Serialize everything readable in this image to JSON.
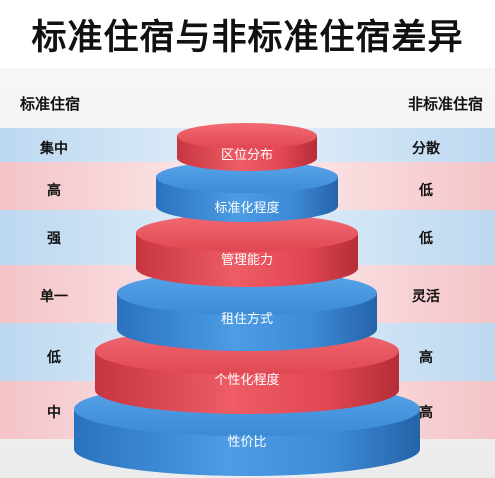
{
  "title": "标准住宿与非标准住宿差异",
  "left_heading": "标准住宿",
  "right_heading": "非标准住宿",
  "rows": [
    {
      "left": "集中",
      "right": "分散",
      "tier": "区位分布",
      "tier_color": "red"
    },
    {
      "left": "高",
      "right": "低",
      "tier": "标准化程度",
      "tier_color": "blue"
    },
    {
      "left": "强",
      "right": "低",
      "tier": "管理能力",
      "tier_color": "red"
    },
    {
      "left": "单一",
      "right": "灵活",
      "tier": "租住方式",
      "tier_color": "blue"
    },
    {
      "left": "低",
      "right": "高",
      "tier": "个性化程度",
      "tier_color": "red"
    },
    {
      "left": "中",
      "right": "高",
      "tier": "性价比",
      "tier_color": "blue"
    }
  ],
  "colors": {
    "red": "#e8505b",
    "red_dark": "#b8323c",
    "blue": "#3f8fd8",
    "blue_dark": "#2a6db0"
  }
}
